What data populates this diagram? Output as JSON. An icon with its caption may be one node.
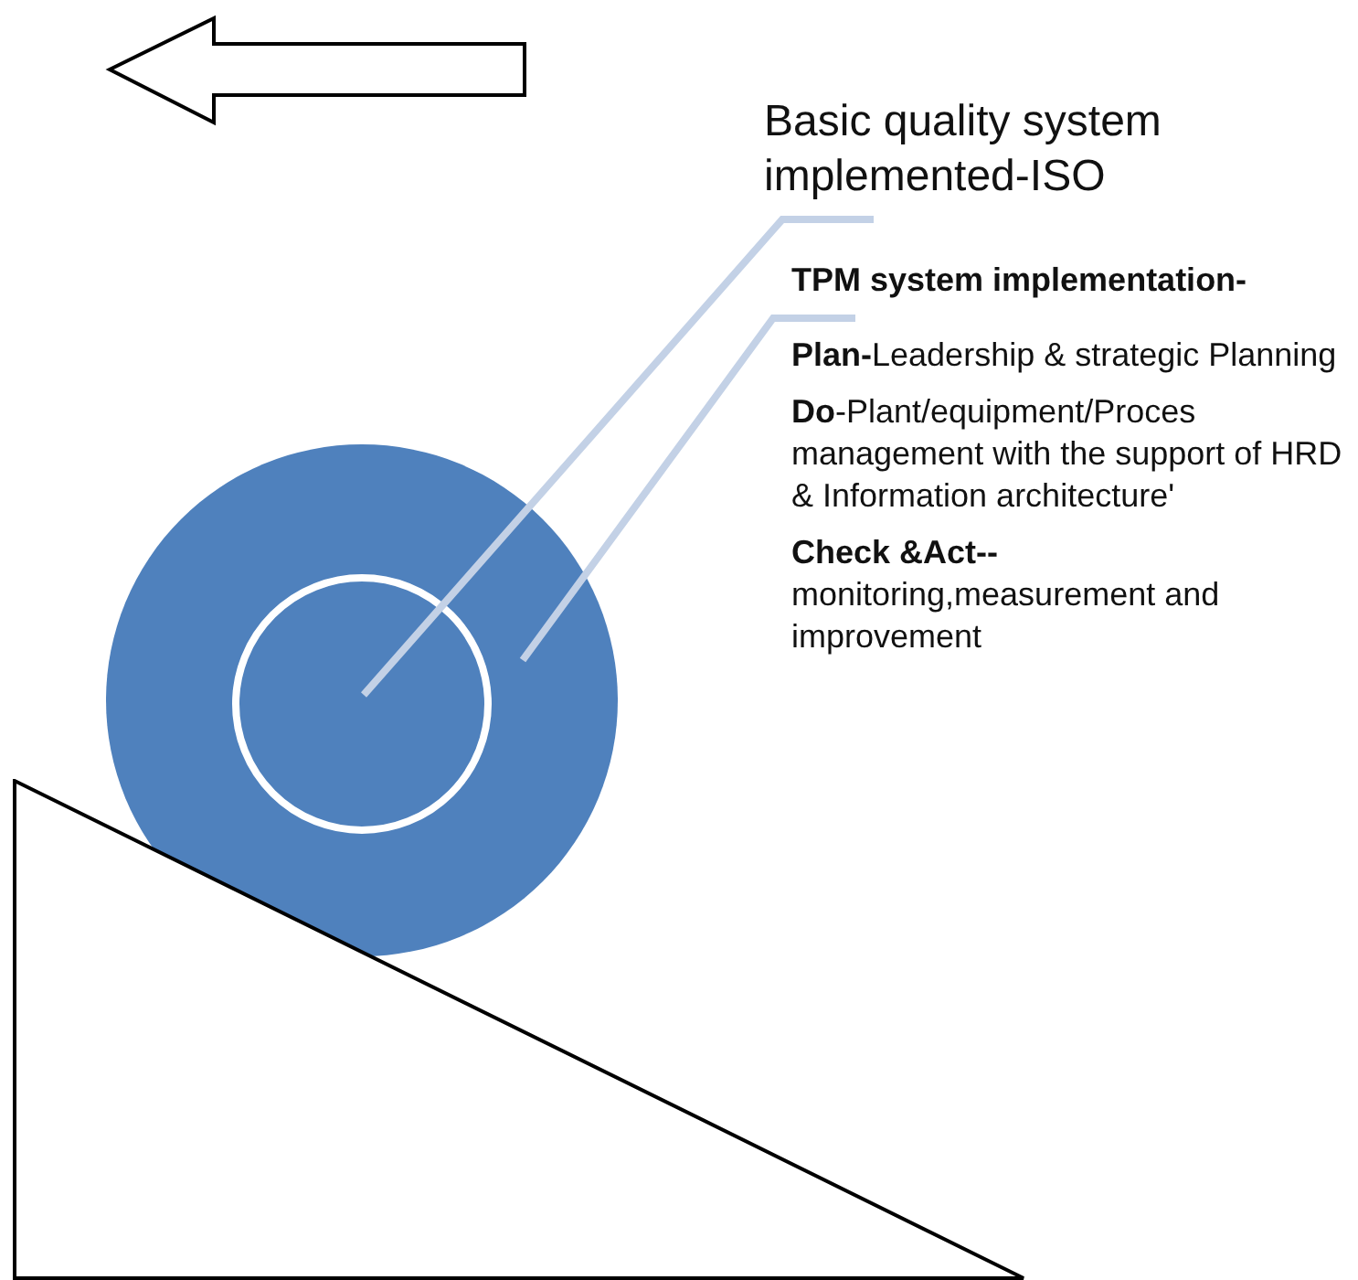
{
  "diagram": {
    "nodes": [
      {
        "text": [
          "Basic quality system implemented-ISO"
        ]
      },
      {
        "text": [
          "TPM system implementation-",
          "**Plan-**Leadership & strategic Planning",
          "**Do**-Plant/equipment/Proces management with the support of HRD & Information architecture'",
          "**Check &Act--** monitoring,measurement and improvement"
        ]
      },
      {
        "text": [],
        "shape": "circle"
      },
      {
        "text": [],
        "shape": "circle",
        "in": 2
      },
      {
        "text": [],
        "shape": "triangle"
      }
    ],
    "edges": [
      {
        "from": 0,
        "to": 3,
        "arrow": "none"
      },
      {
        "from": 1,
        "to": 2,
        "arrow": "none"
      }
    ]
  }
}
